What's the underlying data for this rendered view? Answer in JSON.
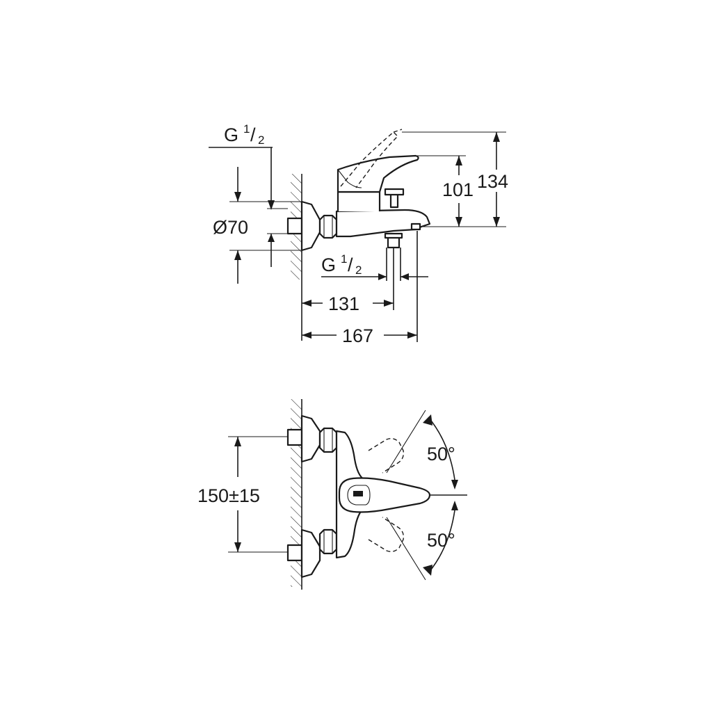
{
  "side_view": {
    "thread_top": {
      "letter": "G",
      "num": "1",
      "den": "2"
    },
    "diameter_label": "Ø70",
    "thread_bottom": {
      "letter": "G",
      "num": "1",
      "den": "2"
    },
    "dim_131": "131",
    "dim_167": "167",
    "dim_101": "101",
    "dim_134": "134"
  },
  "front_view": {
    "center_distance": "150±15",
    "angle_top": "50°",
    "angle_bottom": "50°"
  }
}
